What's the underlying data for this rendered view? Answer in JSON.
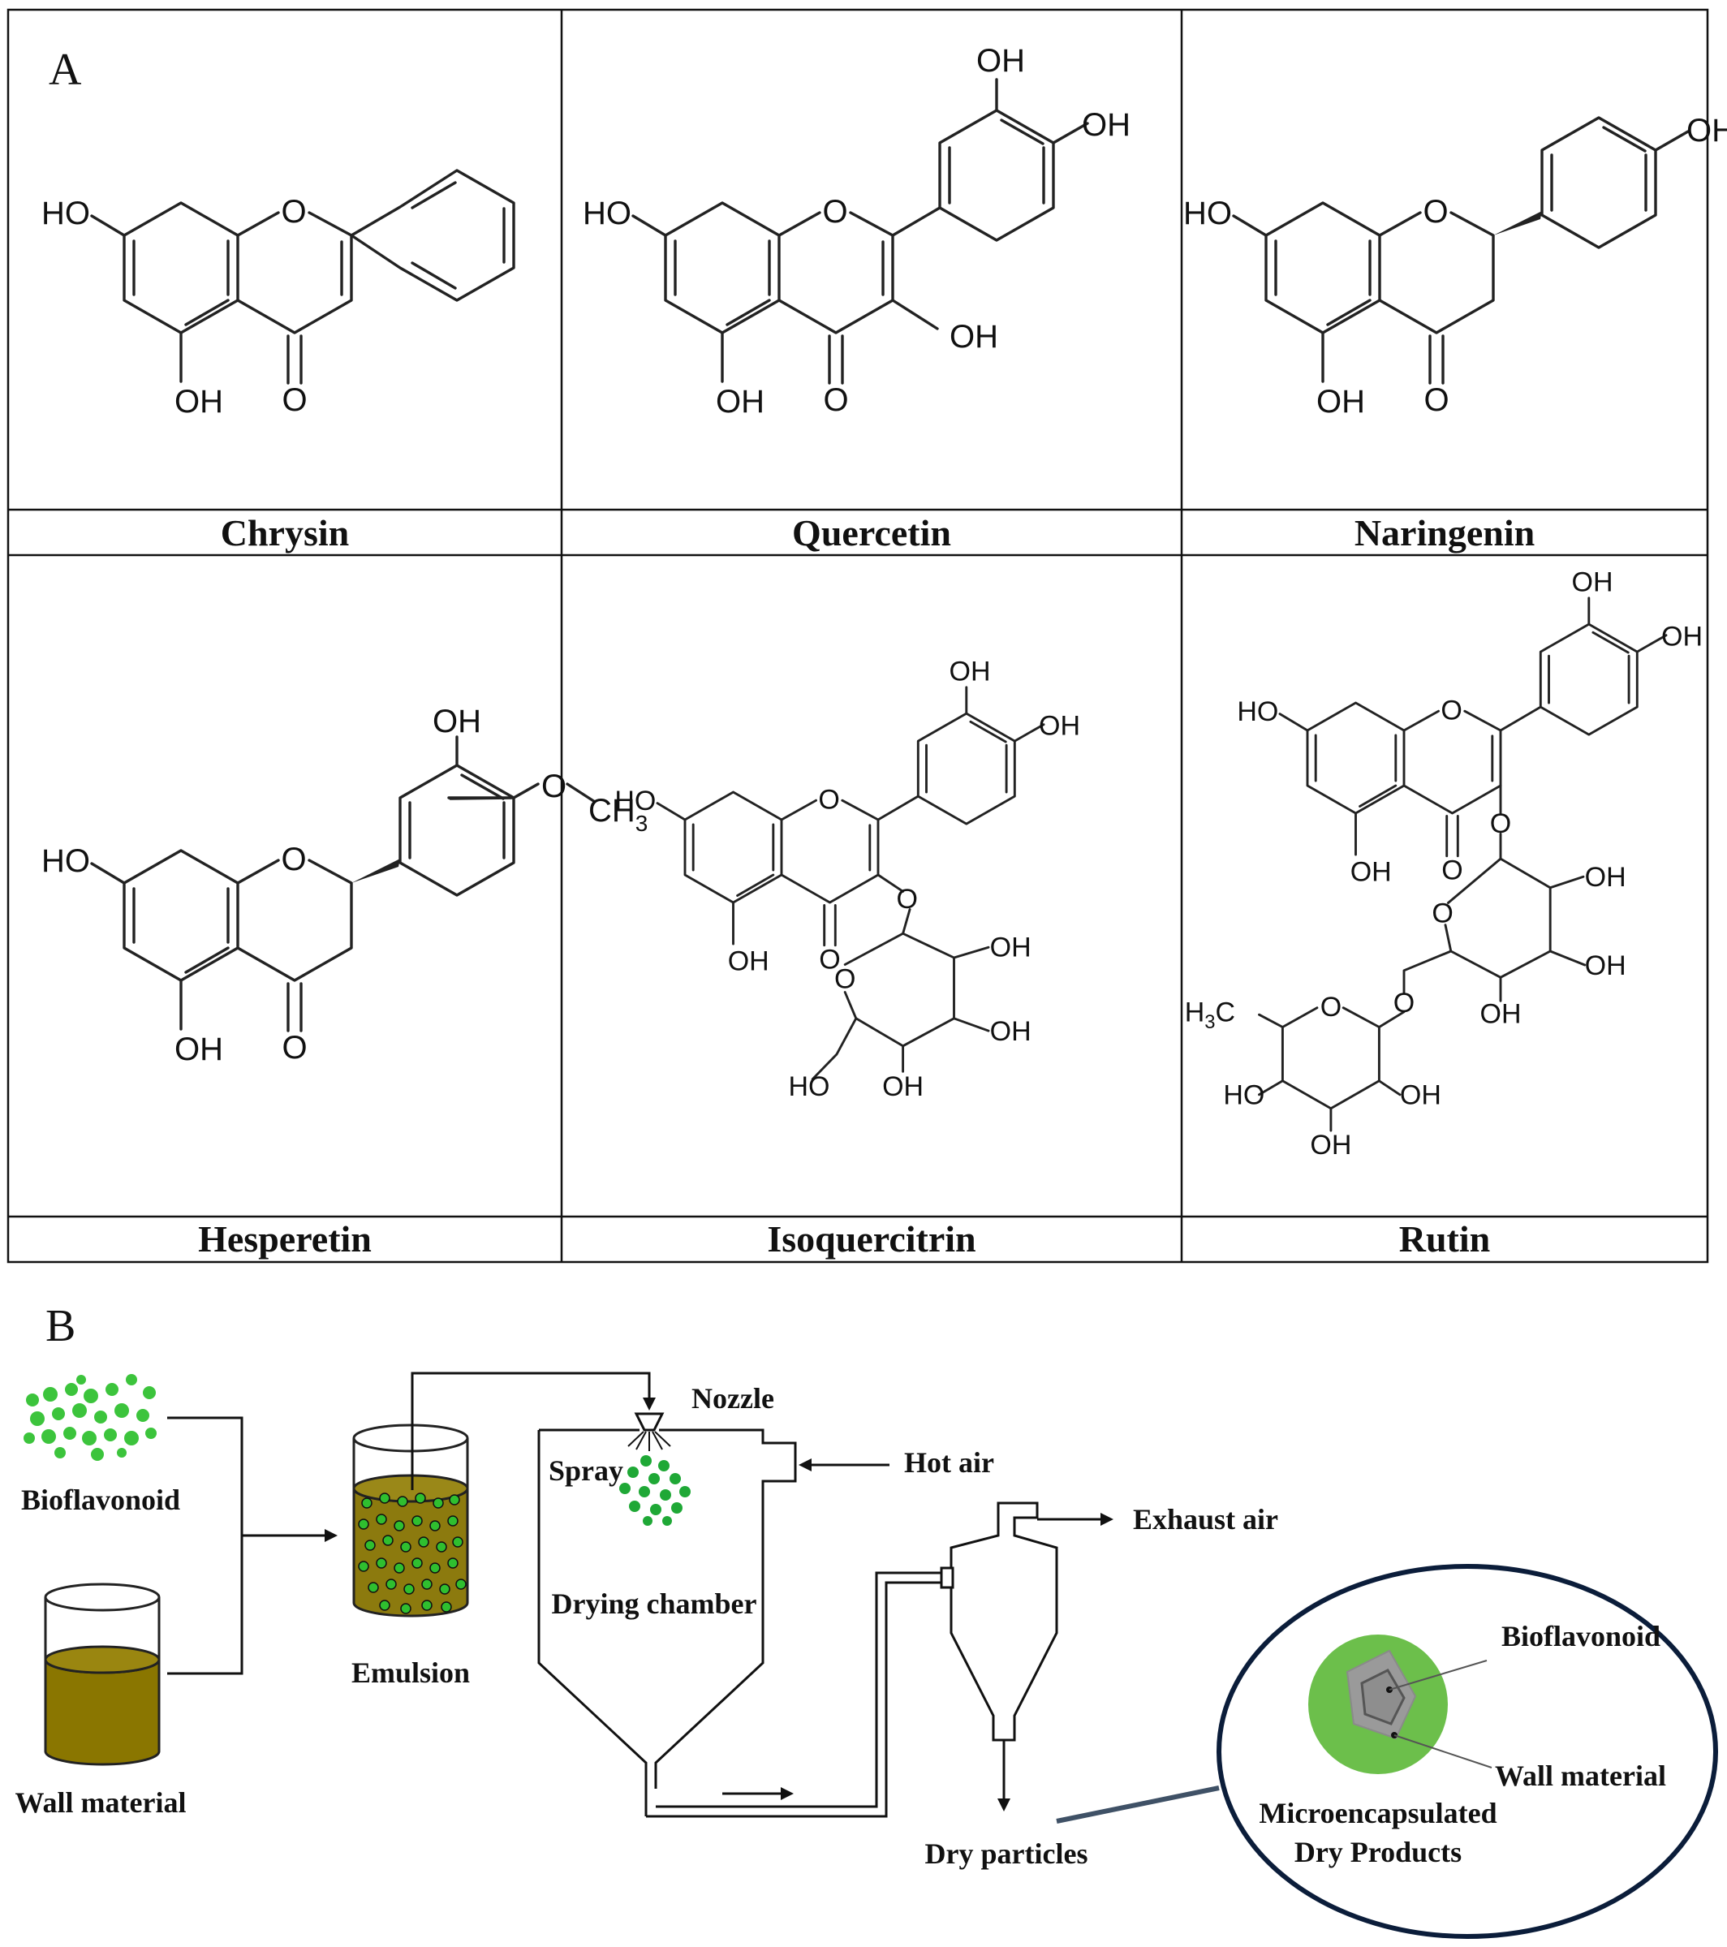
{
  "panel_a": {
    "letter": "A",
    "compounds": [
      {
        "name": "Chrysin",
        "atoms": {
          "ho7": "HO",
          "o1": "O",
          "oh5": "OH",
          "o4": "O"
        }
      },
      {
        "name": "Quercetin",
        "atoms": {
          "ho7": "HO",
          "o1": "O",
          "oh5": "OH",
          "o4": "O",
          "oh3": "OH",
          "oh3p": "OH",
          "oh4p": "OH"
        }
      },
      {
        "name": "Naringenin",
        "atoms": {
          "ho7": "HO",
          "o1": "O",
          "oh5": "OH",
          "o4": "O",
          "oh4p": "OH"
        }
      },
      {
        "name": "Hesperetin",
        "atoms": {
          "ho7": "HO",
          "o1": "O",
          "oh5": "OH",
          "o4": "O",
          "oh3p": "OH",
          "ome": "O",
          "ch3": "CH",
          "ch3_sub": "3"
        }
      },
      {
        "name": "Isoquercitrin",
        "atoms": {
          "ho7": "HO",
          "o1": "O",
          "oh5": "OH",
          "o4": "O",
          "oh3p": "OH",
          "oh4p": "OH",
          "glyco_o": "O",
          "ring_o": "O",
          "g_oh1": "OH",
          "g_oh2": "OH",
          "g_oh3": "OH",
          "g_ho": "HO"
        }
      },
      {
        "name": "Rutin",
        "atoms": {
          "ho7": "HO",
          "o1": "O",
          "oh5": "OH",
          "o4": "O",
          "oh3p": "OH",
          "oh4p": "OH",
          "glyco_o": "O",
          "ring_o": "O",
          "g_oh1": "OH",
          "g_oh2": "OH",
          "g_oh3": "OH",
          "link_o": "O",
          "rh_o": "O",
          "h3c": "H",
          "h3c_sub": "3",
          "h3c_c": "C",
          "r_ho": "HO",
          "r_oh1": "OH",
          "r_oh2": "OH"
        }
      }
    ]
  },
  "panel_b": {
    "letter": "B",
    "labels": {
      "bioflavonoid": "Bioflavonoid",
      "wall_material": "Wall material",
      "emulsion": "Emulsion",
      "nozzle": "Nozzle",
      "spray": "Spray",
      "hot_air": "Hot air",
      "drying_chamber": "Drying chamber",
      "exhaust_air": "Exhaust air",
      "dry_particles": "Dry particles",
      "inset_bioflavonoid": "Bioflavonoid",
      "inset_wall_material": "Wall material",
      "inset_title_line1": "Microencapsulated",
      "inset_title_line2": "Dry Products"
    },
    "colors": {
      "green_particle": "#3cc43c",
      "emulsion_fill": "#8c7a0e",
      "wall_fill": "#8a7600",
      "capsule_green": "#6cbf4b",
      "capsule_core": "#9a9a9a",
      "inset_border": "#0b1d3a"
    }
  }
}
